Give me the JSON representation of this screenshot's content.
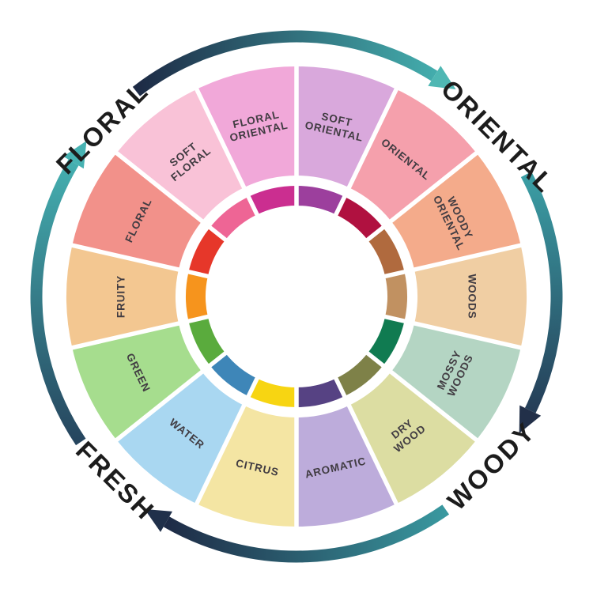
{
  "page": {
    "background": "#FFFFFF",
    "description": "Fragrance wheel diagram: 14 scent sub-family wedges with saturated inner ring, 4 family labels and 4 clockwise gradient flow arrows"
  },
  "colors": {
    "segment_label_text": "#413C42",
    "family_label_text": "#1C1C1C",
    "divider_white": "#FFFFFF",
    "arc_navy": "#1E2B46",
    "arc_teal": "#44AFB0"
  },
  "chart_data": {
    "type": "wheel",
    "direction": "clockwise",
    "start_angle_deg": -90,
    "segments": [
      {
        "label": "SOFT ORIENTAL",
        "lines": [
          "SOFT",
          "ORIENTAL"
        ],
        "outer_color": "#D9A8DC",
        "inner_color": "#9C3F9D"
      },
      {
        "label": "ORIENTAL",
        "lines": [
          "ORIENTAL"
        ],
        "outer_color": "#F5A0AC",
        "inner_color": "#B01140"
      },
      {
        "label": "WOODY ORIENTAL",
        "lines": [
          "WOODY",
          "ORIENTAL"
        ],
        "outer_color": "#F4AB8B",
        "inner_color": "#B06A3E"
      },
      {
        "label": "WOODS",
        "lines": [
          "WOODS"
        ],
        "outer_color": "#F0CEA3",
        "inner_color": "#C19161"
      },
      {
        "label": "MOSSY WOODS",
        "lines": [
          "MOSSY",
          "WOODS"
        ],
        "outer_color": "#B4D5C3",
        "inner_color": "#107B51"
      },
      {
        "label": "DRY WOOD",
        "lines": [
          "DRY",
          "WOOD"
        ],
        "outer_color": "#DCDDA2",
        "inner_color": "#7E8148"
      },
      {
        "label": "AROMATIC",
        "lines": [
          "AROMATIC"
        ],
        "outer_color": "#BDACDB",
        "inner_color": "#564283"
      },
      {
        "label": "CITRUS",
        "lines": [
          "CITRUS"
        ],
        "outer_color": "#F4E5A3",
        "inner_color": "#F7D512"
      },
      {
        "label": "WATER",
        "lines": [
          "WATER"
        ],
        "outer_color": "#A9D7F1",
        "inner_color": "#3E86B8"
      },
      {
        "label": "GREEN",
        "lines": [
          "GREEN"
        ],
        "outer_color": "#A6DD8E",
        "inner_color": "#5AAB3D"
      },
      {
        "label": "FRUITY",
        "lines": [
          "FRUITY"
        ],
        "outer_color": "#F3C791",
        "inner_color": "#F6941D"
      },
      {
        "label": "FLORAL",
        "lines": [
          "FLORAL"
        ],
        "outer_color": "#F2918A",
        "inner_color": "#E6372A"
      },
      {
        "label": "SOFT FLORAL",
        "lines": [
          "SOFT",
          "FLORAL"
        ],
        "outer_color": "#F9C2D7",
        "inner_color": "#EE6595"
      },
      {
        "label": "FLORAL ORIENTAL",
        "lines": [
          "FLORAL",
          "ORIENTAL"
        ],
        "outer_color": "#F1A8D9",
        "inner_color": "#CB2E90"
      }
    ],
    "families": [
      {
        "label": "ORIENTAL",
        "angle_deg": -38.5,
        "rotation_deg": 45
      },
      {
        "label": "WOODY",
        "angle_deg": 41,
        "rotation_deg": -45
      },
      {
        "label": "FRESH",
        "angle_deg": 134.5,
        "rotation_deg": 45
      },
      {
        "label": "FLORAL",
        "angle_deg": -139,
        "rotation_deg": -45
      }
    ],
    "arcs": [
      {
        "name": "top",
        "start_deg": -128,
        "end_deg": -58,
        "start_color": "#1D2A45",
        "end_color": "#43ACAC",
        "arrow_color": "#4FB7B3"
      },
      {
        "name": "right",
        "start_deg": -28,
        "end_deg": 26,
        "start_color": "#3B9FA5",
        "end_color": "#253E58",
        "arrow_color": "#223049"
      },
      {
        "name": "bottom",
        "start_deg": 55,
        "end_deg": 120,
        "start_color": "#39989F",
        "end_color": "#1E2B46",
        "arrow_color": "#20304A"
      },
      {
        "name": "left",
        "start_deg": 146,
        "end_deg": 211,
        "start_color": "#26455E",
        "end_color": "#44AFB0",
        "arrow_color": "#47B2B2"
      }
    ]
  }
}
